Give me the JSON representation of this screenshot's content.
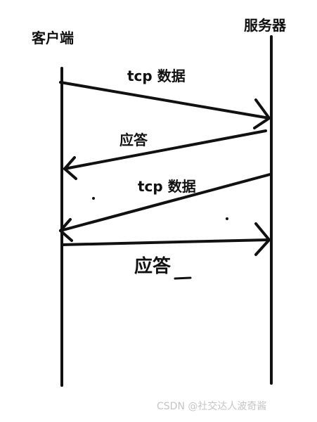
{
  "colors": {
    "ink": "#111111",
    "watermark": "#c4c4c4",
    "background": "#ffffff"
  },
  "actors": {
    "client": "客户端",
    "server": "服务器"
  },
  "messages": [
    {
      "label": "tcp 数据",
      "from": "client",
      "to": "server"
    },
    {
      "label": "应答",
      "from": "server",
      "to": "client"
    },
    {
      "label": "tcp 数据",
      "from": "server",
      "to": "client"
    },
    {
      "label": "应答",
      "from": "client",
      "to": "server"
    }
  ],
  "watermark": "CSDN @社交达人波奇酱"
}
